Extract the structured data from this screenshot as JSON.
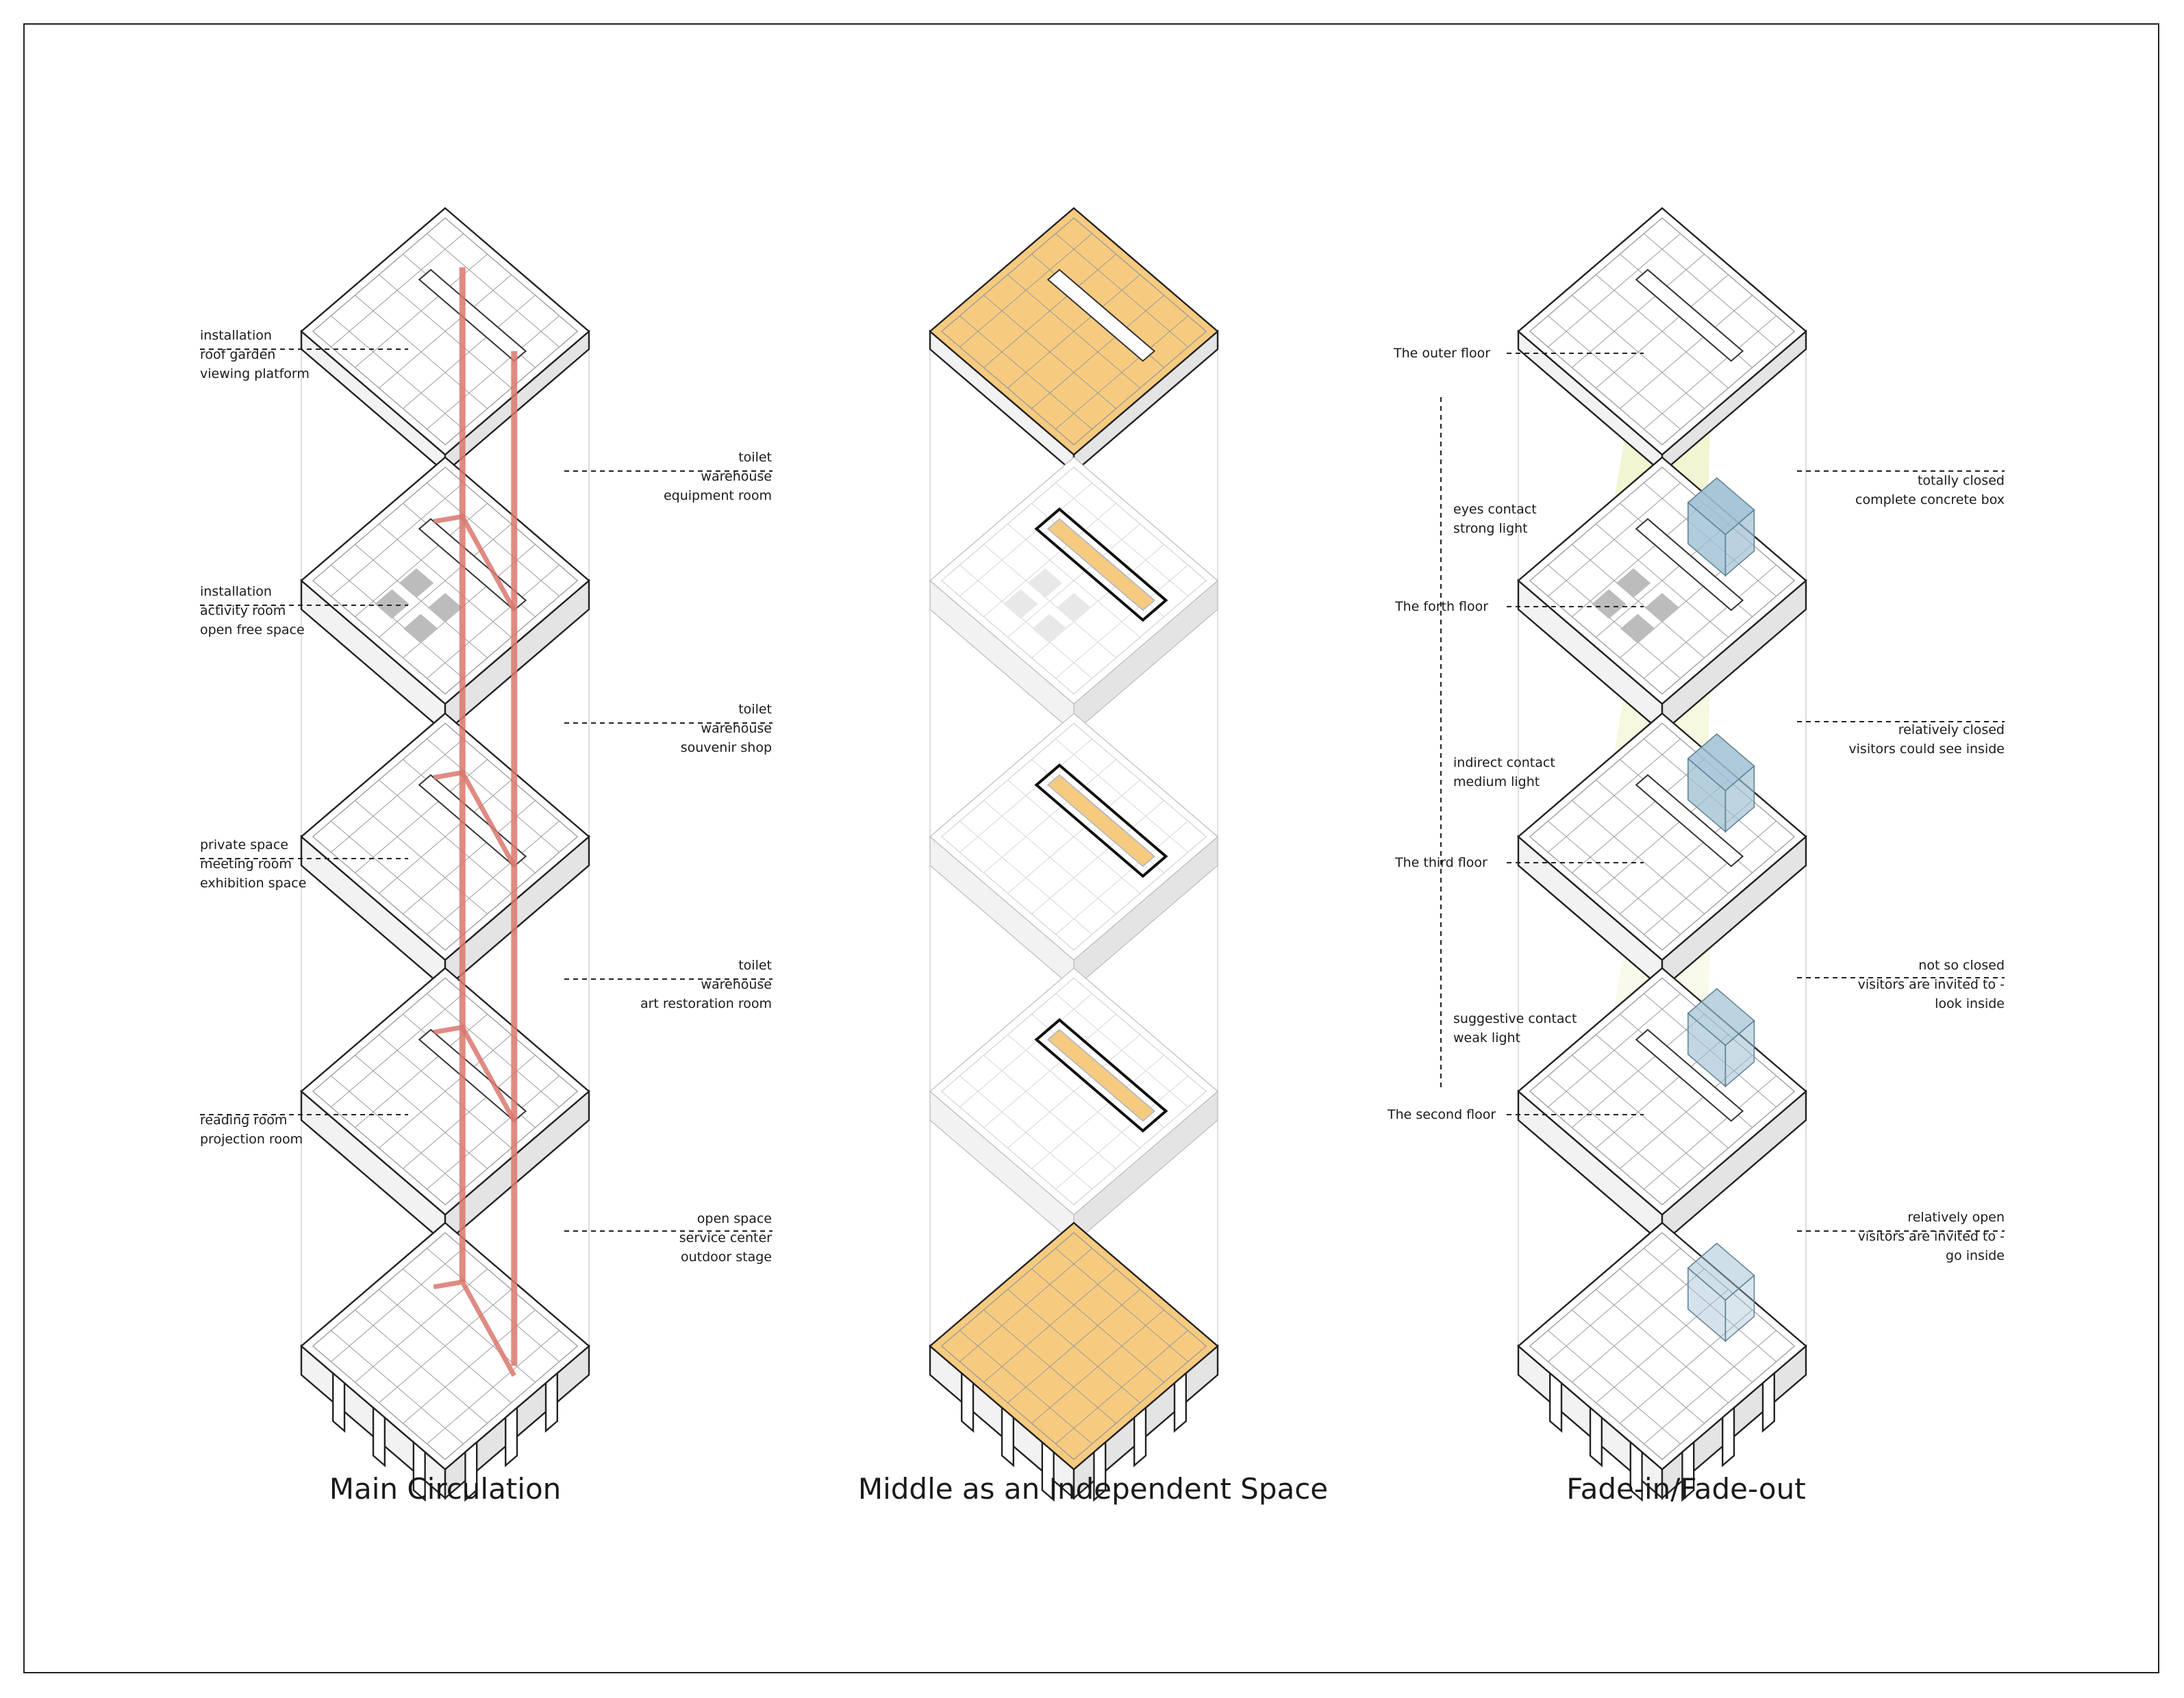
{
  "colors": {
    "circulation": "#d9776d",
    "middle_fill": "#f6cb7f",
    "light_cone": "#eaf0b8",
    "closed_box": "#9fc0d3",
    "line": "#222222"
  },
  "columns": [
    {
      "id": "main-circulation",
      "title": "Main Circulation",
      "left_labels": [
        {
          "lines": [
            "installation",
            "roof garden",
            "viewing platform"
          ]
        },
        {
          "lines": [
            "installation",
            "activity room",
            "open free space"
          ]
        },
        {
          "lines": [
            "private space",
            "meeting room",
            "exhibition space"
          ]
        },
        {
          "lines": [
            "reading room",
            "projection room"
          ]
        }
      ],
      "right_labels": [
        {
          "lines": [
            "toilet",
            "warehouse",
            "equipment room"
          ]
        },
        {
          "lines": [
            "toilet",
            "warehouse",
            "souvenir shop"
          ]
        },
        {
          "lines": [
            "toilet",
            "warehouse",
            "art restoration room"
          ]
        },
        {
          "lines": [
            "open space",
            "service center",
            "outdoor stage"
          ]
        }
      ]
    },
    {
      "id": "middle-independent-space",
      "title": "Middle as an Independent Space"
    },
    {
      "id": "fade-in-fade-out",
      "title": "Fade-in/Fade-out",
      "floor_labels": [
        "The outer floor",
        "The forth floor",
        "The third floor",
        "The second floor"
      ],
      "contact_labels": [
        {
          "lines": [
            "eyes contact",
            "strong light"
          ]
        },
        {
          "lines": [
            "indirect contact",
            "medium light"
          ]
        },
        {
          "lines": [
            "suggestive contact",
            "weak light"
          ]
        }
      ],
      "right_labels": [
        {
          "lines": [
            "totally closed",
            "complete concrete box"
          ]
        },
        {
          "lines": [
            "relatively closed",
            "visitors could see inside"
          ]
        },
        {
          "lines": [
            "not so closed",
            "visitors are invited to -",
            "look inside"
          ]
        },
        {
          "lines": [
            "relatively open",
            "visitors are invited to -",
            "go inside"
          ]
        }
      ]
    }
  ]
}
